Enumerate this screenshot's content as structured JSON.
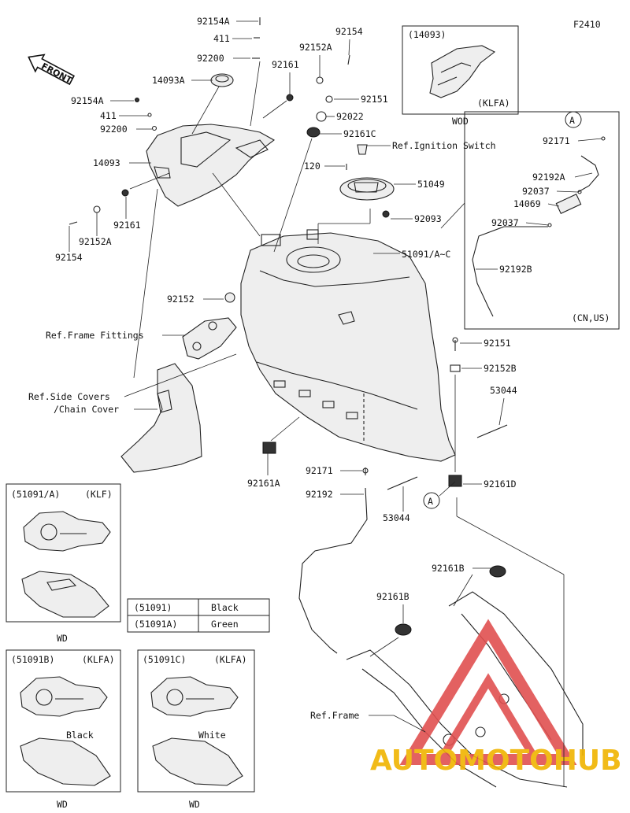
{
  "diagram": {
    "code": "F2410",
    "front_label": "FRONT",
    "parts": {
      "p92154A_top": "92154A",
      "p411_top": "411",
      "p92200_top": "92200",
      "p14093A": "14093A",
      "p92154A_left": "92154A",
      "p411_left": "411",
      "p92200_left": "92200",
      "p14093": "14093",
      "p92161_left": "92161",
      "p92152A_left": "92152A",
      "p92154_left": "92154",
      "p92154_top": "92154",
      "p92152A_top": "92152A",
      "p92161_top": "92161",
      "p92151_top": "92151",
      "p92022": "92022",
      "p92161C": "92161C",
      "ref_ignition": "Ref.Ignition Switch",
      "p120": "120",
      "p51049": "51049",
      "p92093": "92093",
      "p51091": "51091/A~C",
      "p92152": "92152",
      "ref_frame_fittings": "Ref.Frame Fittings",
      "ref_side_covers": "Ref.Side Covers",
      "ref_chain_cover": "/Chain Cover",
      "p92161A": "92161A",
      "p92171_mid": "92171",
      "p92192_mid": "92192",
      "p53044_low": "53044",
      "p92151_right": "92151",
      "p92152B": "92152B",
      "p53044_right": "53044",
      "p92161D": "92161D",
      "p92161B_right": "92161B",
      "p92161B_left": "92161B",
      "ref_frame": "Ref.Frame"
    },
    "inset_14093": {
      "title": "(14093)",
      "spec": "(KLFA)",
      "caption": "WOD"
    },
    "inset_hose": {
      "marker": "A",
      "p92171": "92171",
      "p92192A": "92192A",
      "p92037a": "92037",
      "p14069": "14069",
      "p92037b": "92037",
      "p92192B": "92192B",
      "spec": "(CN,US)"
    },
    "marker_A": "A",
    "inset_51091A": {
      "title": "(51091/A)",
      "spec": "(KLF)",
      "caption": "WD"
    },
    "inset_51091B": {
      "title": "(51091B)",
      "spec": "(KLFA)",
      "color": "Black",
      "caption": "WD"
    },
    "inset_51091C": {
      "title": "(51091C)",
      "spec": "(KLFA)",
      "color": "White",
      "caption": "WD"
    },
    "color_table": [
      {
        "part": "(51091)",
        "color": "Black"
      },
      {
        "part": "(51091A)",
        "color": "Green"
      }
    ],
    "watermark": {
      "text": "AUTOMOTOHUB",
      "red": "#e05050",
      "yellow": "#f0b400"
    }
  }
}
